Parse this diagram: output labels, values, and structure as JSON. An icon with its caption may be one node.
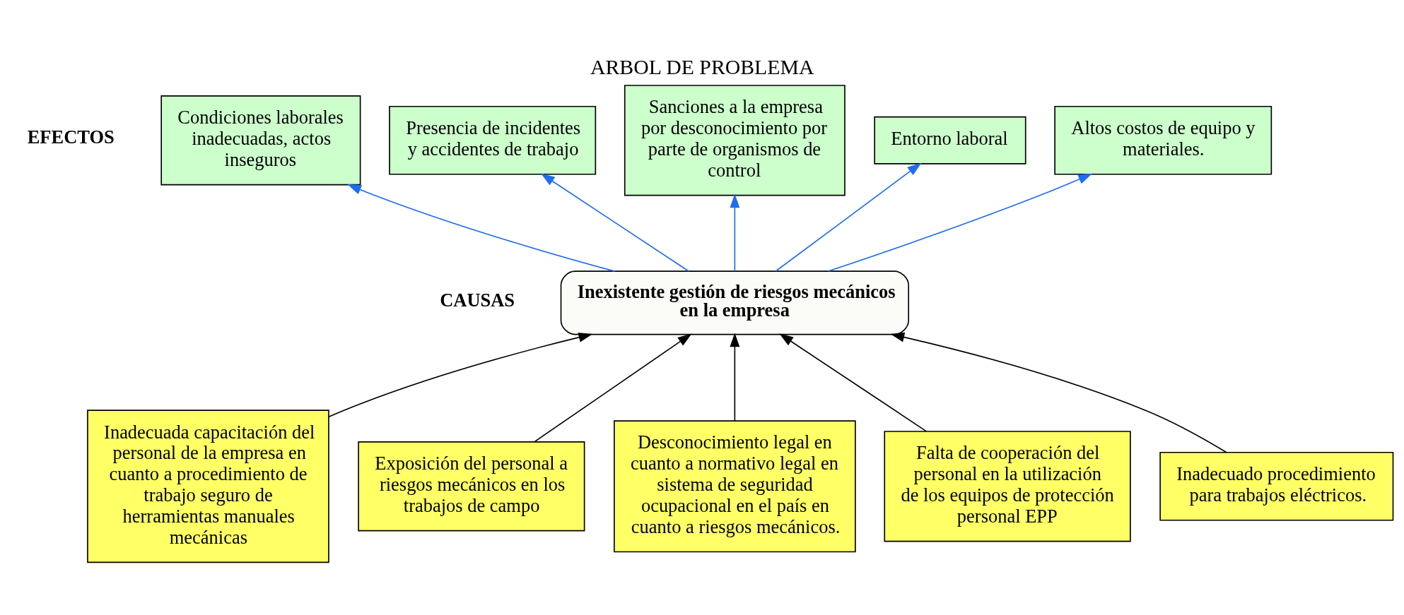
{
  "diagram": {
    "title": "ARBOL DE PROBLEMA",
    "nodes": [
      {
        "text": [
          "Condiciones laborales inadecuadas, actos inseguros"
        ]
      },
      {
        "text": [
          "Presencia de incidentes y accidentes de trabajo"
        ]
      },
      {
        "text": [
          "Sanciones a la empresa por desconocimiento por parte de organismos de control"
        ]
      },
      {
        "text": [
          "Entorno laboral"
        ]
      },
      {
        "text": [
          "Altos costos de equipo y materiales."
        ]
      },
      {
        "text": [
          "Inexistente gestión de riesgos mecánicos en la empresa"
        ]
      },
      {
        "text": [
          "Inadecuada capacitación del personal de la empresa en cuanto a procedimiento de trabajo seguro de herramientas manuales mecánicas"
        ]
      },
      {
        "text": [
          "Exposición del personal a riesgos mecánicos en los trabajos de campo"
        ]
      },
      {
        "text": [
          "Desconocimiento legal en cuanto a normativo legal en sistema de seguridad ocupacional en el país en cuanto a riesgos mecánicos."
        ]
      },
      {
        "text": [
          "Falta de cooperación del personal en la utilización de los equipos de protección personal EPP"
        ]
      },
      {
        "text": [
          "Inadecuado procedimiento para trabajos eléctricos."
        ]
      }
    ],
    "edges": [
      {
        "from": 5,
        "to": 0,
        "arrow": "to",
        "color": "#1e6cf0"
      },
      {
        "from": 5,
        "to": 1,
        "arrow": "to",
        "color": "#1e6cf0"
      },
      {
        "from": 5,
        "to": 2,
        "arrow": "to",
        "color": "#1e6cf0"
      },
      {
        "from": 5,
        "to": 3,
        "arrow": "to",
        "color": "#1e6cf0"
      },
      {
        "from": 5,
        "to": 4,
        "arrow": "to",
        "color": "#1e6cf0"
      },
      {
        "from": 6,
        "to": 5,
        "arrow": "to",
        "color": "#000000"
      },
      {
        "from": 7,
        "to": 5,
        "arrow": "to",
        "color": "#000000"
      },
      {
        "from": 8,
        "to": 5,
        "arrow": "to",
        "color": "#000000"
      },
      {
        "from": 9,
        "to": 5,
        "arrow": "to",
        "color": "#000000"
      },
      {
        "from": 10,
        "to": 5,
        "arrow": "to",
        "color": "#000000"
      }
    ],
    "labels": [
      "EFECTOS",
      "CAUSAS"
    ]
  }
}
